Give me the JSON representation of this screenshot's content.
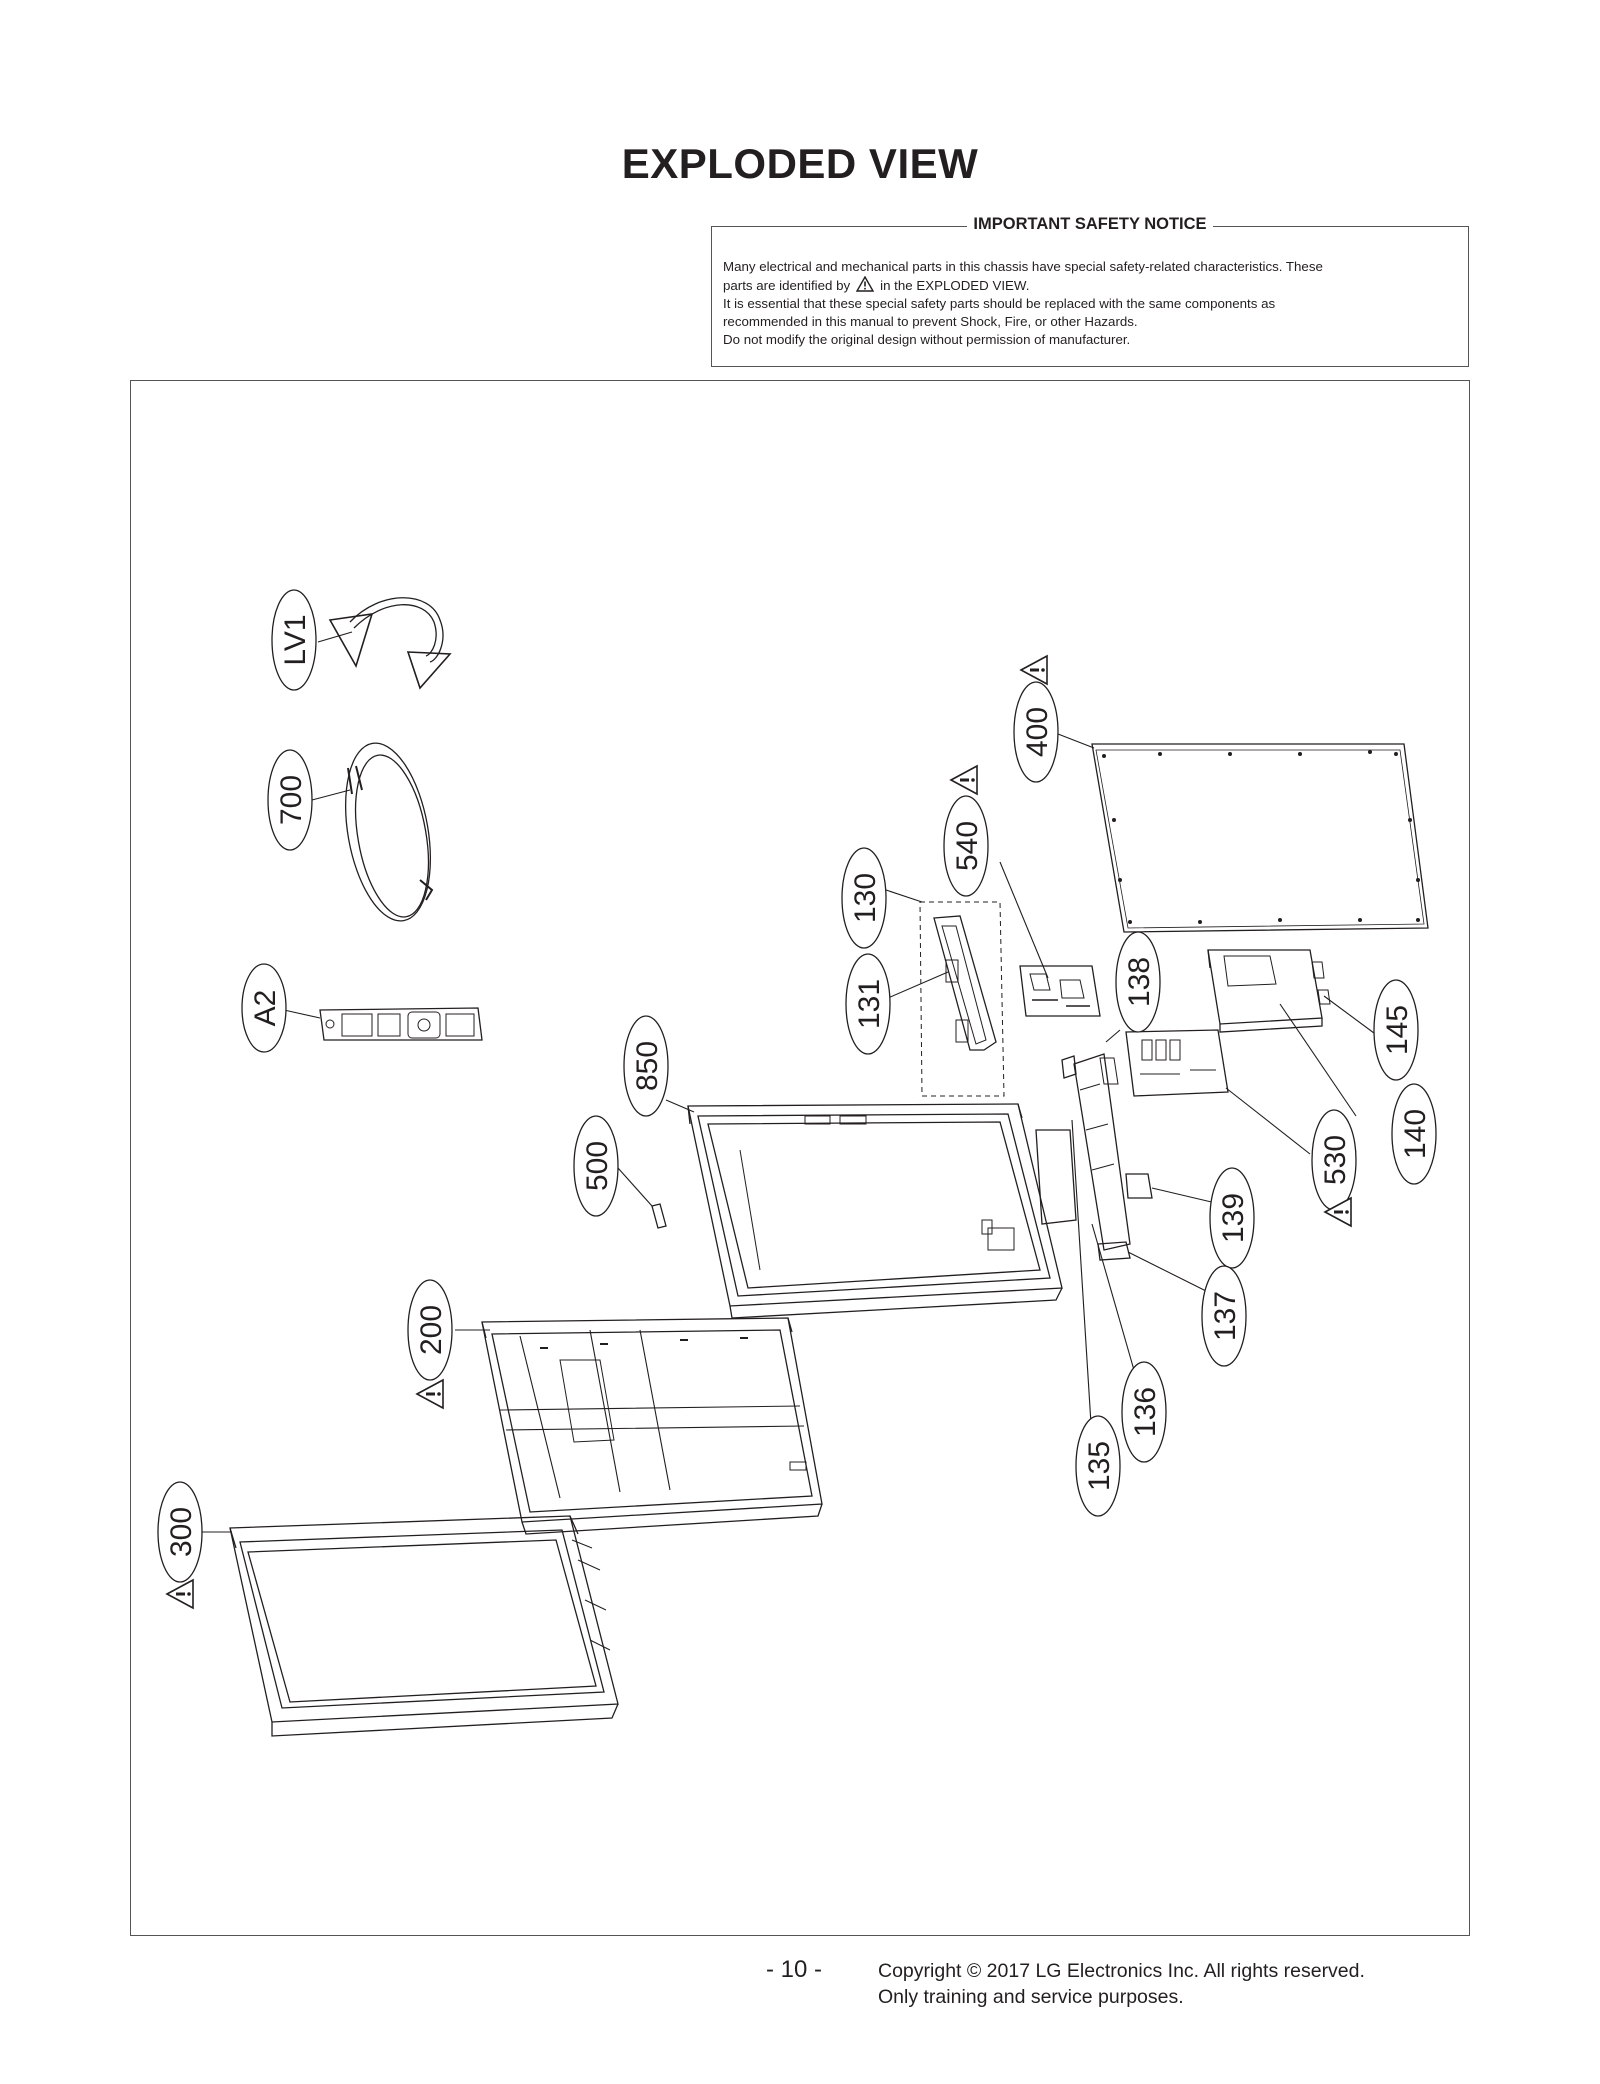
{
  "page": {
    "title": "EXPLODED VIEW",
    "notice": {
      "heading": "IMPORTANT SAFETY NOTICE",
      "line1": "Many electrical and mechanical parts in this chassis have special safety-related characteristics. These",
      "line2_before": "parts are identified by",
      "line2_after": "in the EXPLODED VIEW.",
      "line3": "It is essential that these special safety parts should be replaced with the same components as",
      "line4": "recommended in this manual to prevent Shock, Fire, or other Hazards.",
      "line5": "Do not modify the original design without permission of manufacturer."
    },
    "page_number": "- 10 -",
    "copyright_line1": "Copyright © 2017 LG Electronics Inc. All rights reserved.",
    "copyright_line2": "Only training and service purposes."
  },
  "diagram": {
    "part_labels": {
      "LV1": "LV1",
      "p700": "700",
      "A2": "A2",
      "p500": "500",
      "p850": "850",
      "p200": "200",
      "p300": "300",
      "p130": "130",
      "p131": "131",
      "p540": "540",
      "p400": "400",
      "p138": "138",
      "p145": "145",
      "p140": "140",
      "p530": "530",
      "p139": "139",
      "p137": "137",
      "p136": "136",
      "p135": "135"
    },
    "safety_marked_parts": [
      "400",
      "540",
      "530",
      "200",
      "300"
    ],
    "icons": [
      "warning-triangle-icon"
    ]
  }
}
